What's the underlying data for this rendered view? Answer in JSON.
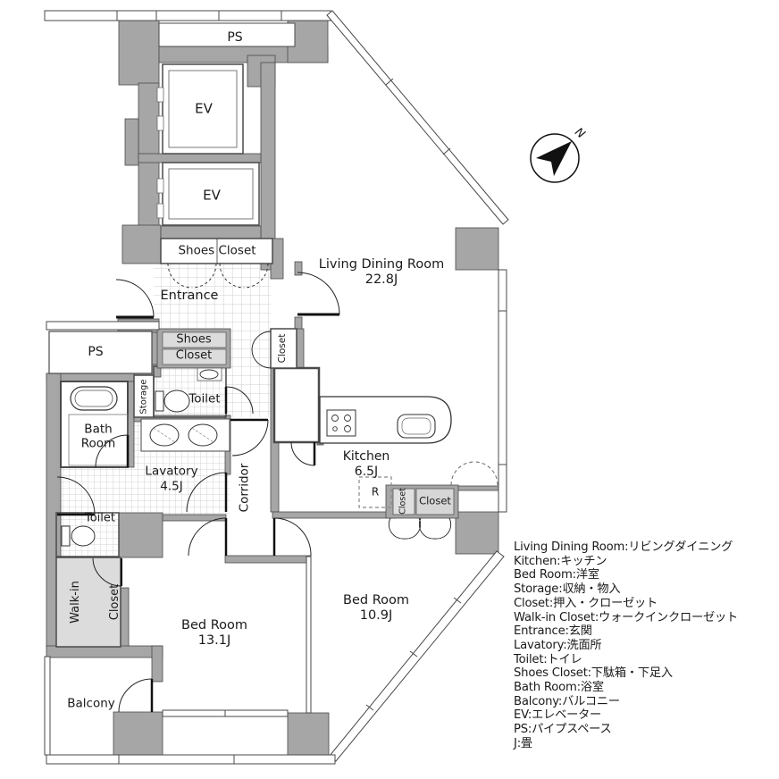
{
  "plan": {
    "rooms": {
      "ps_top": "PS",
      "ev_upper": "EV",
      "ev_lower": "EV",
      "shoes_closet_upper": "Shoes Closet",
      "living_dining": {
        "name": "Living Dining Room",
        "size": "22.8J"
      },
      "entrance": "Entrance",
      "ps_left": "PS",
      "shoes_closet_lower": {
        "line1": "Shoes",
        "line2": "Closet"
      },
      "closet_entrance": "Closet",
      "storage": "Storage",
      "toilet_upper": "Toilet",
      "bath": {
        "line1": "Bath",
        "line2": "Room"
      },
      "lavatory": {
        "name": "Lavatory",
        "size": "4.5J"
      },
      "corridor": "Corridor",
      "kitchen": {
        "name": "Kitchen",
        "size": "6.5J"
      },
      "refrigerator": "R",
      "closet_kitchen_small": "Closet",
      "closet_kitchen": "Closet",
      "toilet_lower": "Toilet",
      "walkin_closet": {
        "line1": "Walk-in",
        "line2": "Closet"
      },
      "bed_main": {
        "name": "Bed Room",
        "size": "13.1J"
      },
      "bed_second": {
        "name": "Bed Room",
        "size": "10.9J"
      },
      "balcony": "Balcony"
    },
    "compass": {
      "north": "N"
    },
    "legend": {
      "items": [
        "Living Dining Room:リビングダイニング",
        "Kitchen:キッチン",
        "Bed Room:洋室",
        "Storage:収納・物入",
        "Closet:押入・クローゼット",
        "Walk-in Closet:ウォークインクローゼット",
        "Entrance:玄関",
        "Lavatory:洗面所",
        "Toilet:トイレ",
        "Shoes Closet:下駄箱・下足入",
        "Bath Room:浴室",
        "Balcony:バルコニー",
        "EV:エレベーター",
        "PS:パイプスペース",
        "J:畳"
      ]
    },
    "colors": {
      "wall": "#a6a6a6",
      "light_room": "#dcdcdc",
      "outline": "#4a4a4a"
    }
  }
}
